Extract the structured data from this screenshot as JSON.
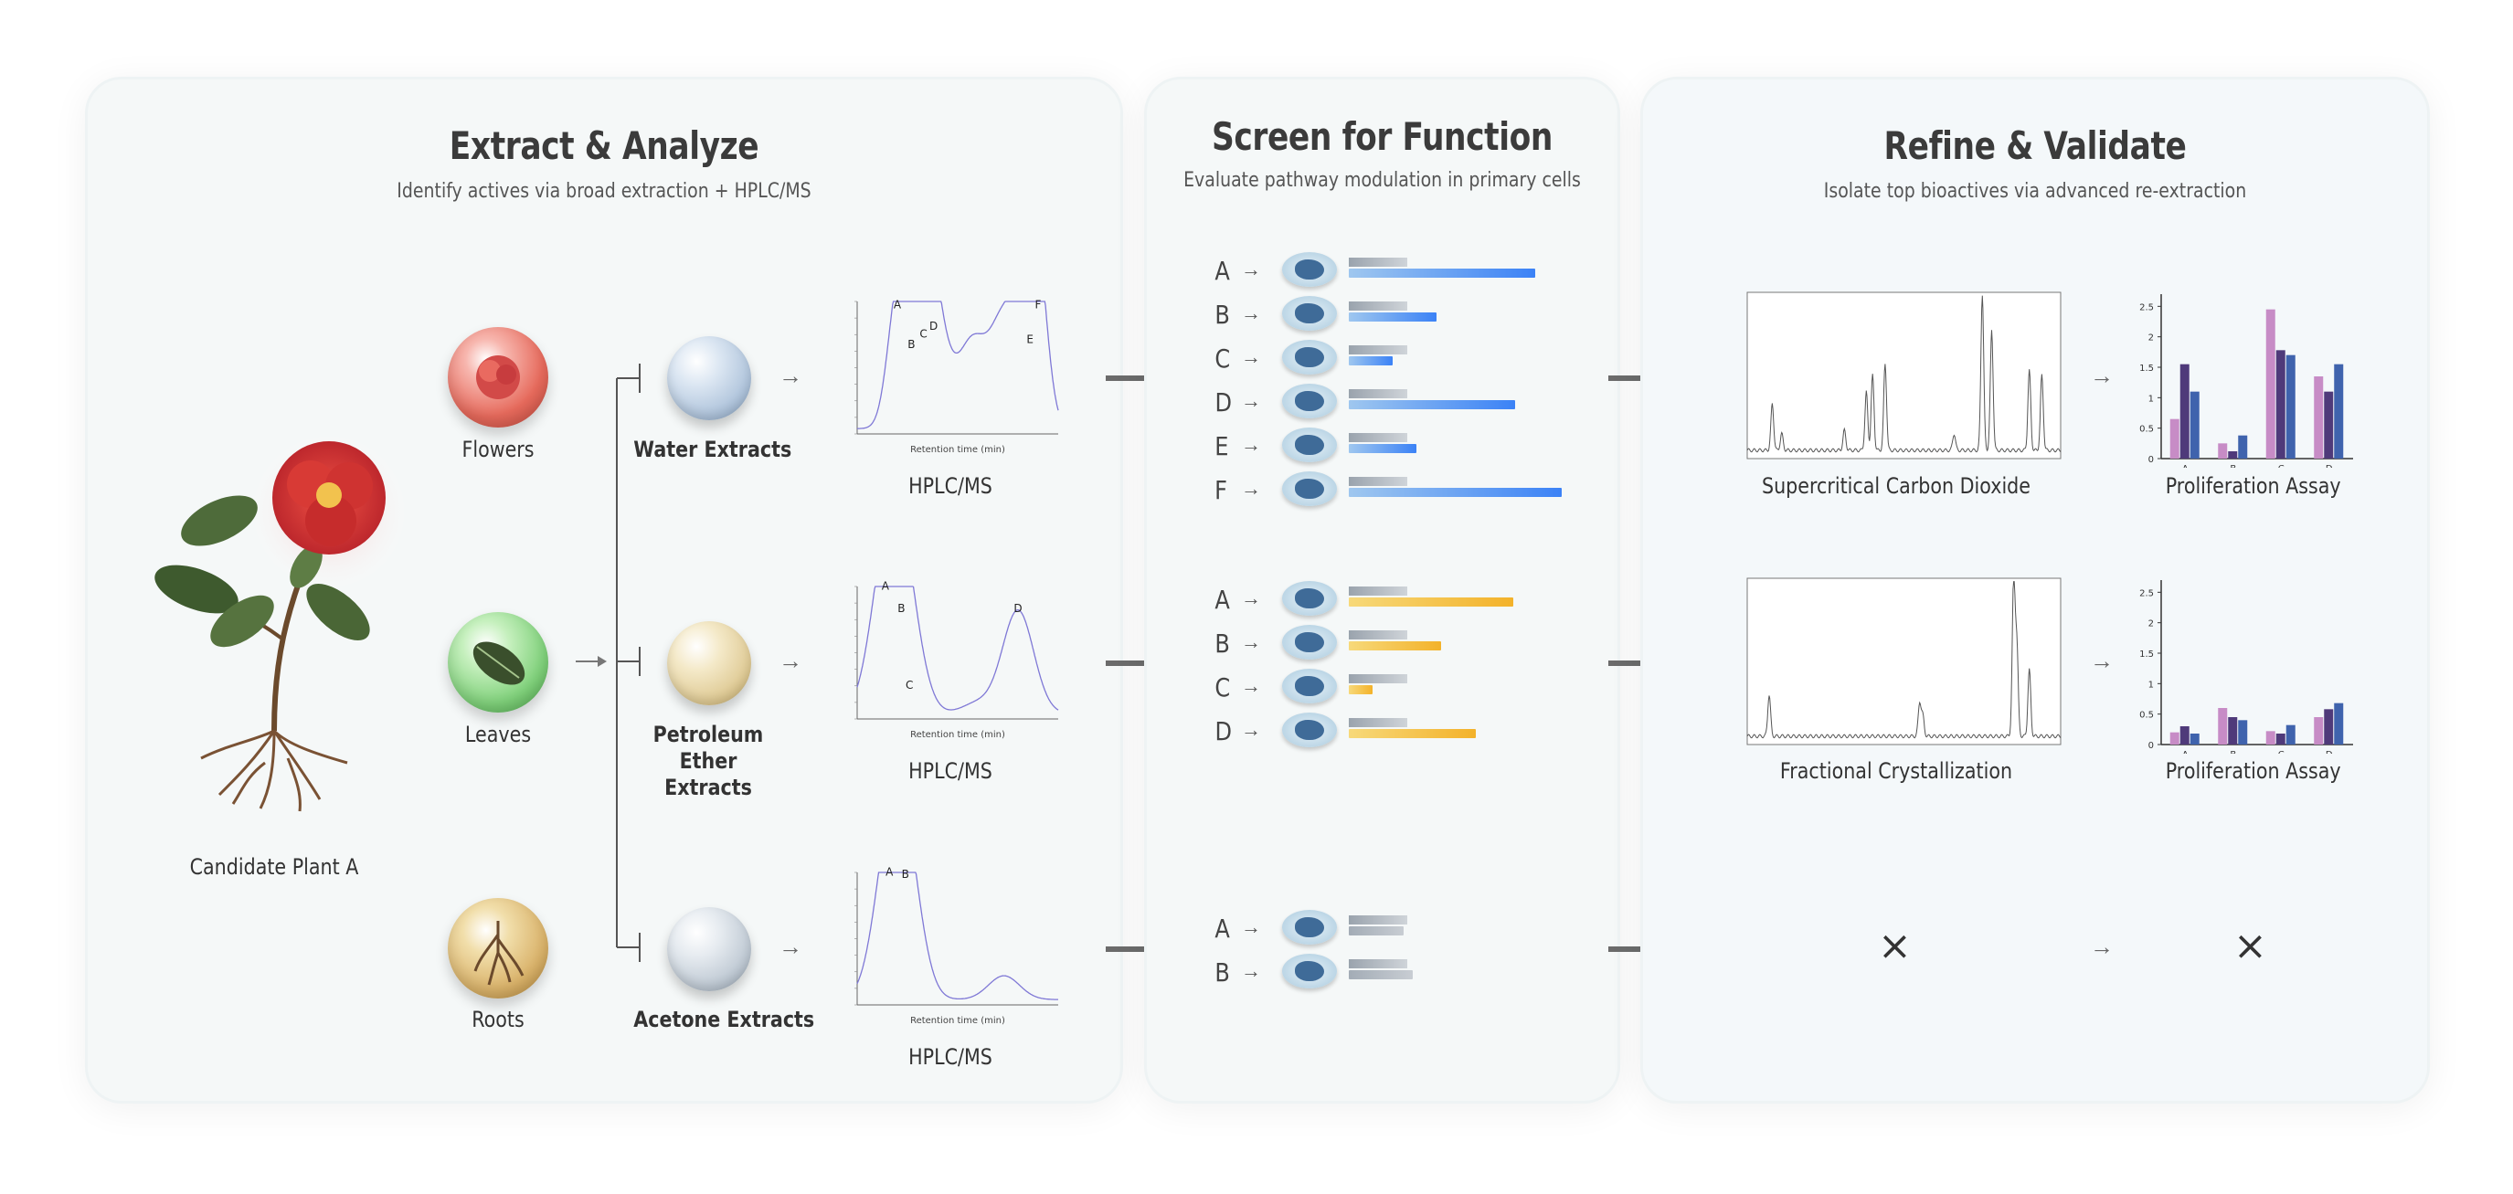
{
  "panels": {
    "extract": {
      "title": "Extract & Analyze",
      "subtitle": "Identify actives via broad extraction + HPLC/MS",
      "plant_label": "Candidate Plant A",
      "sources": [
        "Flowers",
        "Leaves",
        "Roots"
      ],
      "extracts": [
        "Water Extracts",
        "Petroleum Ether Extracts",
        "Acetone Extracts"
      ],
      "chromatogram_label": "HPLC/MS",
      "chromatogram_xlabel": "Retention time (min)",
      "peaks": [
        [
          "A",
          "B",
          "C",
          "D",
          "E",
          "F"
        ],
        [
          "A",
          "B",
          "C",
          "D"
        ],
        [
          "A",
          "B"
        ]
      ]
    },
    "screen": {
      "title": "Screen for Function",
      "subtitle": "Evaluate pathway modulation in primary cells",
      "groups": [
        {
          "color": "blue",
          "rows": [
            {
              "label": "A",
              "value": 0.85
            },
            {
              "label": "B",
              "value": 0.4
            },
            {
              "label": "C",
              "value": 0.2
            },
            {
              "label": "D",
              "value": 0.76
            },
            {
              "label": "E",
              "value": 0.31
            },
            {
              "label": "F",
              "value": 0.97
            }
          ]
        },
        {
          "color": "yellow",
          "rows": [
            {
              "label": "A",
              "value": 0.75
            },
            {
              "label": "B",
              "value": 0.42
            },
            {
              "label": "C",
              "value": 0.11
            },
            {
              "label": "D",
              "value": 0.58
            }
          ]
        },
        {
          "color": "gray",
          "rows": [
            {
              "label": "A",
              "value": 0.25
            },
            {
              "label": "B",
              "value": 0.29
            }
          ]
        }
      ]
    },
    "refine": {
      "title": "Refine & Validate",
      "subtitle": "Isolate top bioactives via advanced re-extraction",
      "rows": [
        {
          "method": "Supercritical Carbon Dioxide",
          "assay": "Proliferation Assay"
        },
        {
          "method": "Fractional Crystallization",
          "assay": "Proliferation Assay"
        },
        {
          "method": "",
          "assay": ""
        }
      ],
      "no_result_symbol": "×",
      "assay_chart_1": {
        "categories": [
          "A",
          "B",
          "C",
          "D"
        ],
        "ylim": [
          0,
          2.7
        ],
        "yticks": [
          "0",
          "0.5",
          "1",
          "1.5",
          "2",
          "2.5"
        ],
        "series": [
          {
            "values": [
              0.65,
              0.25,
              2.45,
              1.35
            ],
            "color": "#c78cc6"
          },
          {
            "values": [
              1.55,
              0.12,
              1.78,
              1.1
            ],
            "color": "#4f3a7a"
          },
          {
            "values": [
              1.1,
              0.38,
              1.7,
              1.55
            ],
            "color": "#3f63ad"
          }
        ]
      },
      "assay_chart_2": {
        "categories": [
          "A",
          "B",
          "C",
          "D"
        ],
        "ylim": [
          0,
          2.7
        ],
        "yticks": [
          "0",
          "0.5",
          "1",
          "1.5",
          "2",
          "2.5"
        ],
        "series": [
          {
            "values": [
              0.2,
              0.6,
              0.22,
              0.45
            ],
            "color": "#c78cc6"
          },
          {
            "values": [
              0.3,
              0.45,
              0.18,
              0.58
            ],
            "color": "#4f3a7a"
          },
          {
            "values": [
              0.18,
              0.4,
              0.32,
              0.68
            ],
            "color": "#3f63ad"
          }
        ]
      }
    }
  },
  "colors": {
    "blue_bar": "#3b82f6",
    "yellow_bar": "#f3b22a",
    "gray_bar": "#b6bdc5"
  }
}
